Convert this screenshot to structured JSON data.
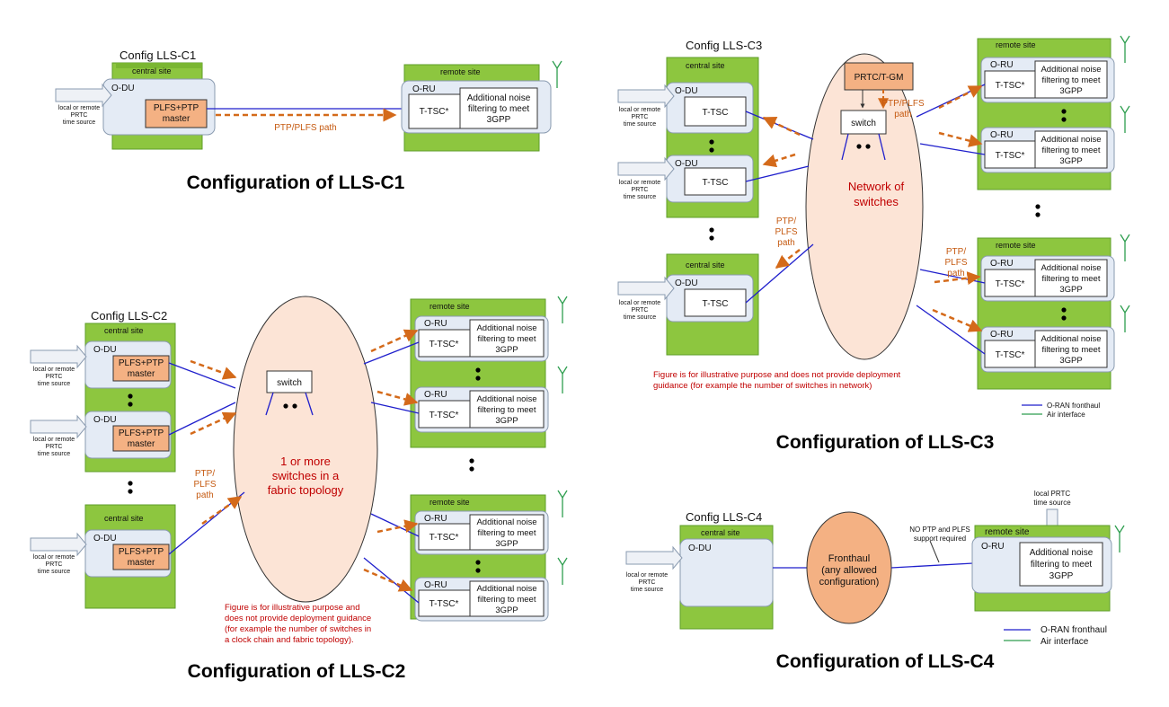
{
  "common": {
    "central_site": "central site",
    "remote_site": "remote site",
    "odu": "O-DU",
    "oru": "O-RU",
    "plfs_ptp": "PLFS+PTP",
    "master": "master",
    "ttsc_star": "T-TSC*",
    "ttsc": "T-TSC",
    "noise1": "Additional noise",
    "noise2": "filtering to meet",
    "noise3": "3GPP",
    "time1": "local or remote",
    "time2": "PRTC",
    "time3": "time source",
    "switch": "switch",
    "ptp1": "PTP/",
    "ptp2": "PLFS",
    "ptp3": "path"
  },
  "c1": {
    "config": "Config LLS-C1",
    "ptp_path": "PTP/PLFS path",
    "caption": "Configuration of LLS-C1"
  },
  "c2": {
    "config": "Config LLS-C2",
    "fabric1": "1 or more",
    "fabric2": "switches in a",
    "fabric3": "fabric topology",
    "note1": "Figure is for illustrative purpose and",
    "note2": "does not provide deployment guidance",
    "note3": "(for example the number of switches in",
    "note4": "a clock chain and fabric topology).",
    "caption": "Configuration of LLS-C2"
  },
  "c3": {
    "config": "Config LLS-C3",
    "prtc": "PRTC/T-GM",
    "switch_path1": "PTP/PLFS",
    "switch_path2": "path",
    "net1": "Network of",
    "net2": "switches",
    "note1": "Figure is for illustrative purpose and does not provide deployment",
    "note2": "guidance (for example the number of switches in network)",
    "legend_fronthaul": "O-RAN fronthaul",
    "legend_air": "Air interface",
    "caption": "Configuration of LLS-C3"
  },
  "c4": {
    "config": "Config LLS-C4",
    "fronthaul1": "Fronthaul",
    "fronthaul2": "(any allowed",
    "fronthaul3": "configuration)",
    "no_ptp1": "NO PTP and PLFS",
    "no_ptp2": "support required",
    "local_prtc1": "local PRTC",
    "local_prtc2": "time source",
    "legend_fronthaul": "O-RAN fronthaul",
    "legend_air": "Air interface",
    "caption": "Configuration of LLS-C4"
  },
  "colors": {
    "site_green": "#8dc63f",
    "site_green_dark": "#5e9e2a",
    "unit_fill": "#e4ebf5",
    "master_fill": "#f4b183",
    "ellipse_fill": "#fce4d6",
    "fronthaul4_fill": "#f4b183",
    "link_blue": "#1f1fcc",
    "air_green": "#2e9e4f",
    "path_orange": "#d46a1a"
  }
}
